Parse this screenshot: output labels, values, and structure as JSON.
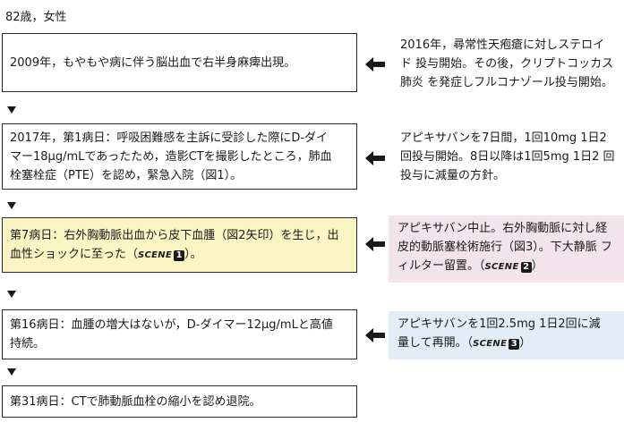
{
  "header": {
    "text": "82歳，女性"
  },
  "steps": [
    {
      "lines": [
        "2009年，もやもや病に伴う脳出血で右半身麻痺出現。"
      ]
    },
    {
      "lines": [
        "2017年，第1病日：呼吸困難感を主訴に受診した際にD-ダイ",
        "マー18μg/mLであったため，造影CTを撮影したところ，肺血",
        "栓塞栓症（PTE）を認め，緊急入院（図1）。"
      ]
    },
    {
      "lines": [
        "第7病日：右外胸動脈出血から皮下血腫（図2矢印）を生じ，出",
        "血性ショックに至った（"
      ],
      "scene_label": "SCENE",
      "scene_num": "1",
      "tail": "）。"
    },
    {
      "lines": [
        "第16病日：血腫の増大はないが，D-ダイマー12μg/mLと高値",
        "持続。"
      ]
    },
    {
      "lines": [
        "第31病日：CTで肺動脈血栓の縮小を認め退院。"
      ]
    }
  ],
  "notes": [
    {
      "lines": [
        "2016年，尋常性天疱瘡に対しステロイド",
        "投与開始。その後，クリプトコッカス肺炎",
        "を発症しフルコナゾール投与開始。"
      ],
      "bg": "#ffffff"
    },
    {
      "lines": [
        "アピキサバンを7日間，1回10mg 1日2",
        "回投与開始。8日以降は1回5mg 1日2",
        "回投与に減量の方針。"
      ],
      "bg": "#ffffff"
    },
    {
      "lines": [
        "アピキサバン中止。右外胸動脈に対し経",
        "皮的動脈塞栓術施行（図3）。下大静脈",
        "フィルター留置。（"
      ],
      "scene_label": "SCENE",
      "scene_num": "2",
      "tail": "）",
      "bg": "#f3e4ec"
    },
    {
      "lines": [
        "アピキサバンを1回2.5mg 1日2回に減",
        "量して再開。（"
      ],
      "scene_label": "SCENE",
      "scene_num": "3",
      "tail": "）",
      "bg": "#e3edf7"
    }
  ],
  "colors": {
    "highlight_box": "#fbf5c4",
    "note_pink": "#f3e4ec",
    "note_blue": "#e3edf7",
    "border": "#2a2a2a"
  }
}
